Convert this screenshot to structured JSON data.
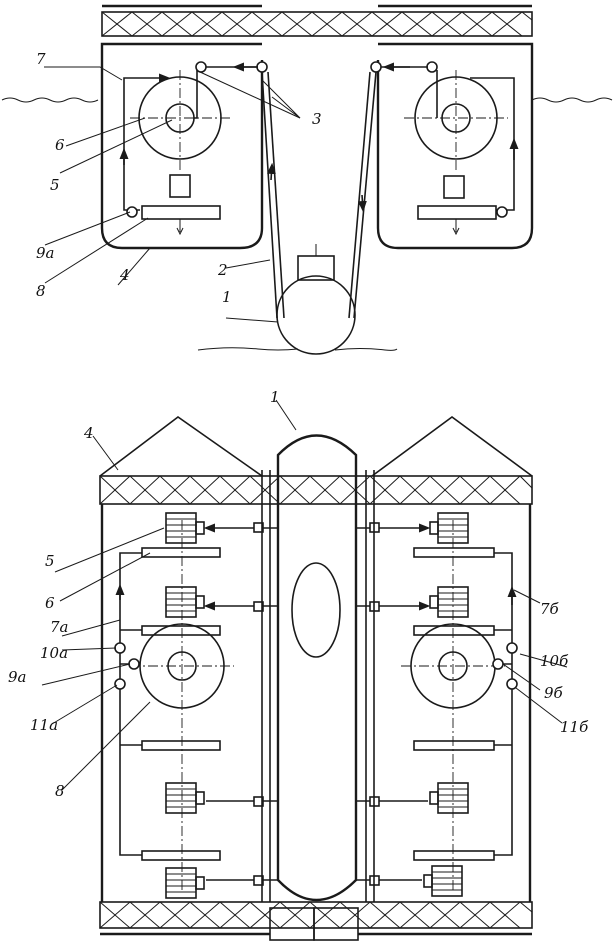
{
  "top_view": {
    "labels": {
      "l1": "1",
      "l2": "2",
      "l3": "3",
      "l4": "4",
      "l5": "5",
      "l6": "6",
      "l7": "7",
      "l8": "8",
      "l9a": "9а"
    }
  },
  "bottom_view": {
    "labels": {
      "l1": "1",
      "l4": "4",
      "l5": "5",
      "l6": "6",
      "l7a": "7а",
      "l8": "8",
      "l9a": "9а",
      "l10a": "10а",
      "l11a": "11а",
      "l7b": "7б",
      "l9b": "9б",
      "l10b": "10б",
      "l11b": "11б"
    }
  },
  "colors": {
    "ink": "#1a1a1a",
    "paper": "#ffffff"
  }
}
